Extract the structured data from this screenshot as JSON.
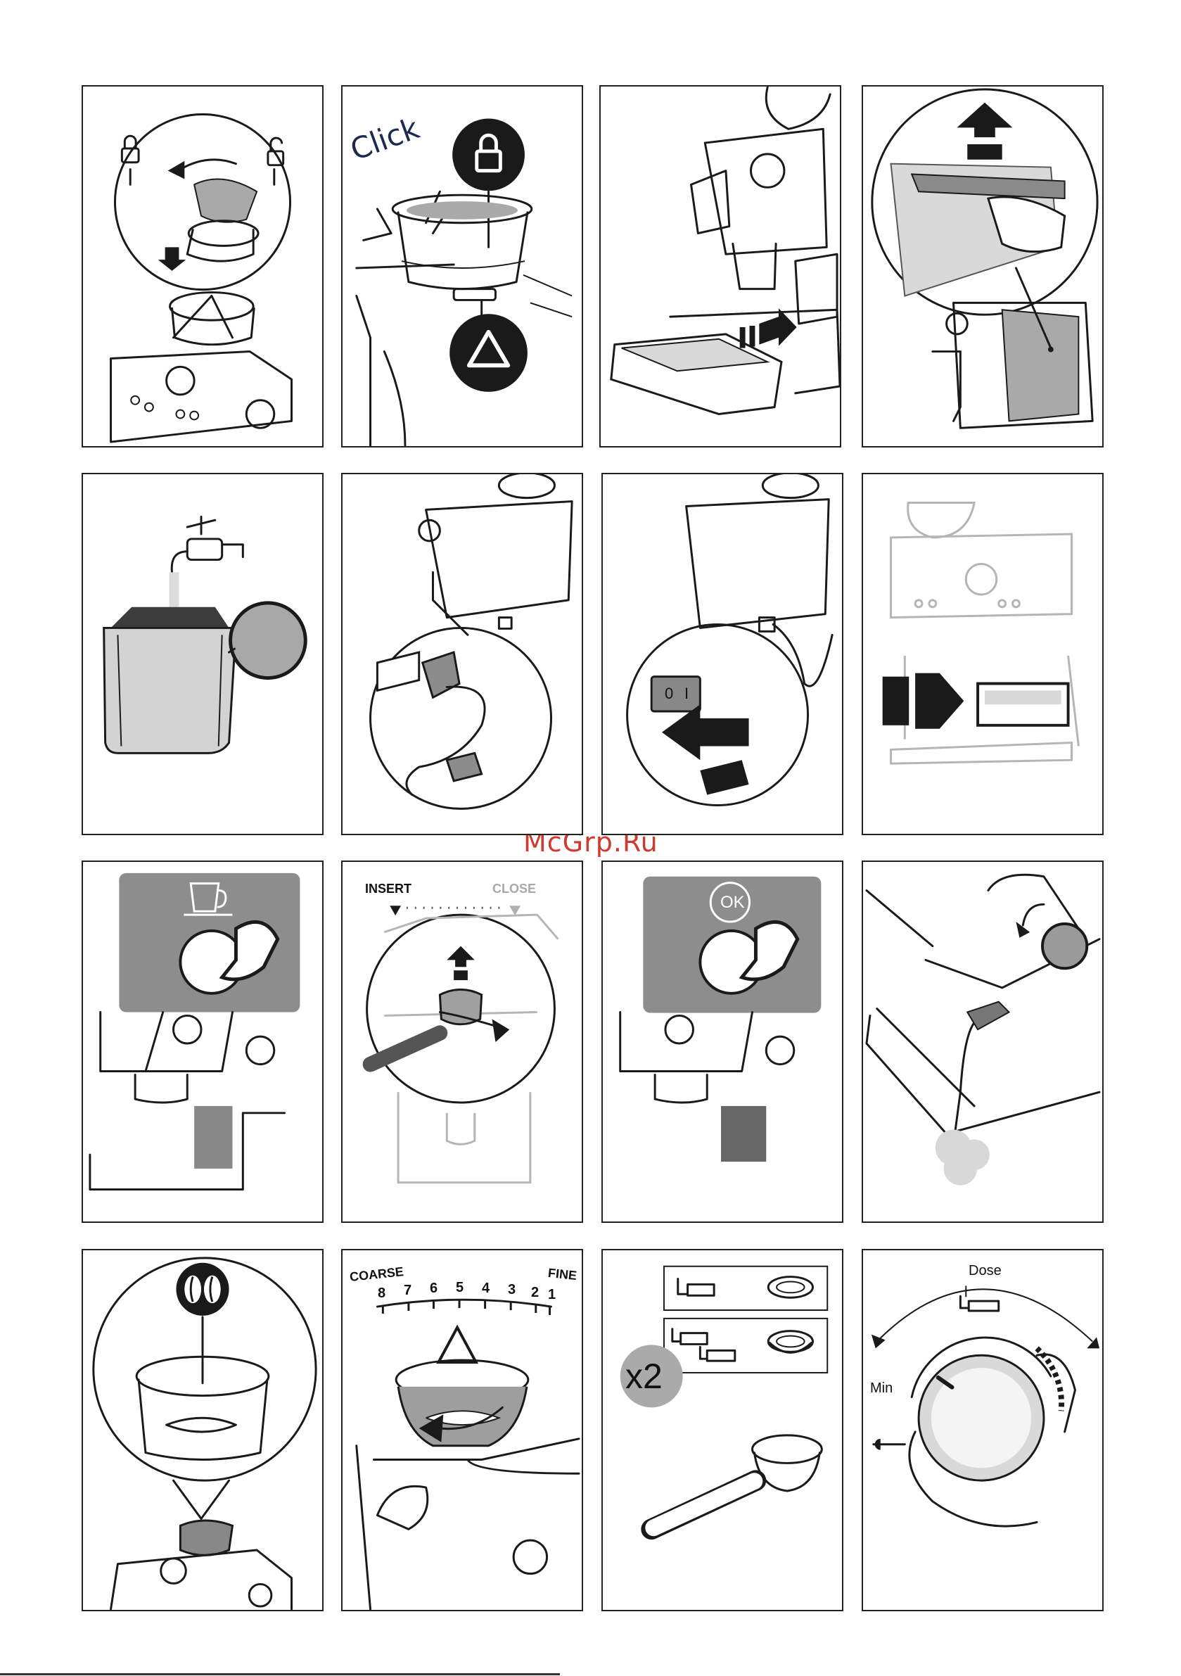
{
  "watermark": "McGrp.Ru",
  "labels": {
    "click": "Click",
    "insert": "INSERT",
    "close": "CLOSE",
    "ok": "OK",
    "coarse": "COARSE",
    "fine": "FINE",
    "dose": "Dose",
    "min": "Min",
    "times_two": "x2",
    "switch_off": "0",
    "switch_on": "I"
  },
  "grind_scale": [
    "8",
    "7",
    "6",
    "5",
    "4",
    "3",
    "2",
    "1"
  ]
}
